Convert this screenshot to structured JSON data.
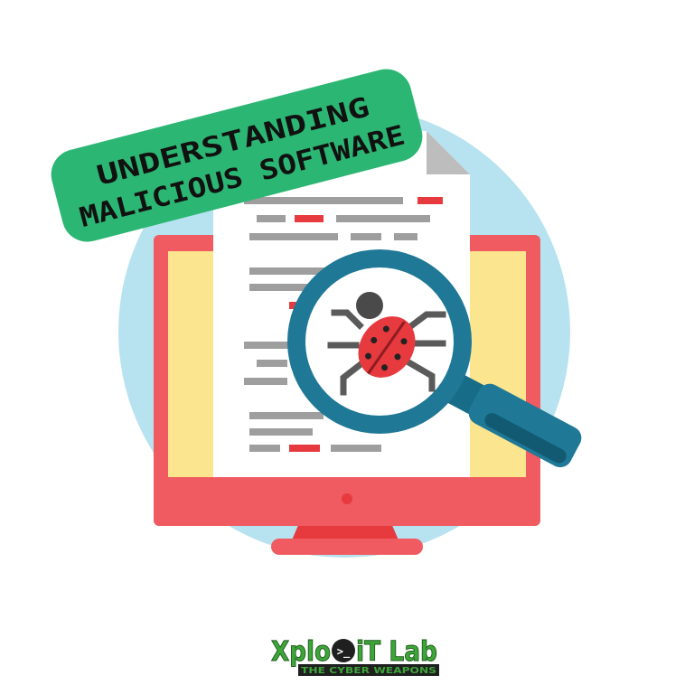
{
  "banner": {
    "line1": "UNDERSTANDING",
    "line2": "MALICIOUS SOFTWARE"
  },
  "logo": {
    "part1": "Xplo",
    "prompt": ">_",
    "part2": "iT Lab",
    "tagline": "THE CYBER WEAPONS"
  },
  "colors": {
    "background_circle": "#b7e2ef",
    "banner": "#2cb673",
    "monitor": "#ef5b60",
    "screen": "#fbe58f",
    "magnifier": "#1f7896",
    "bug": "#e63a3f",
    "logo_green": "#3ea53a"
  },
  "icons": {
    "monitor": "computer-monitor-icon",
    "document": "document-icon",
    "magnifier": "magnifying-glass-icon",
    "bug": "ladybug-icon"
  }
}
